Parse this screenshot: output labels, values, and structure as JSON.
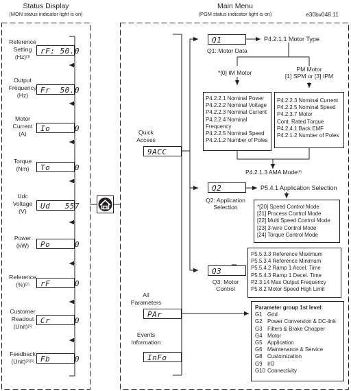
{
  "header": {
    "left_title": "Status Display",
    "left_subtitle": "(MON status indicator light is on)",
    "right_title": "Main Menu",
    "right_subtitle": "(PGM status indicator light is on)",
    "figure_id": "e30bv048.11"
  },
  "status_display": [
    {
      "label": "Reference Setting (Hz)",
      "lines": [
        "Reference",
        "Setting",
        "(Hz)"
      ],
      "note": "(1)",
      "display": "rF: 50.0"
    },
    {
      "label": "Output Frequency (Hz)",
      "lines": [
        "Output",
        "Frequency",
        "(Hz)"
      ],
      "note": "",
      "display": "Fr  50.0"
    },
    {
      "label": "Motor Current (A)",
      "lines": [
        "Motor",
        "Current",
        "(A)"
      ],
      "note": "",
      "display": "Io     0"
    },
    {
      "label": "Torque (Nm)",
      "lines": [
        "Torque",
        "(Nm)"
      ],
      "note": "",
      "display": "To     0"
    },
    {
      "label": "Udc Voltage (V)",
      "lines": [
        "Udc",
        "Voltage",
        "(V)"
      ],
      "note": "",
      "display": "Ud   557"
    },
    {
      "label": "Power (kW)",
      "lines": [
        "Power",
        "(kW)"
      ],
      "note": "",
      "display": "Po     0"
    },
    {
      "label": "Reference (%)",
      "lines": [
        "Reference",
        "(%)"
      ],
      "note": "(2)",
      "display": "rF     0"
    },
    {
      "label": "Customer Readout (Unit)",
      "lines": [
        "Customer",
        "Readout",
        "(Unit)"
      ],
      "note": "(3)",
      "display": "Cr     0"
    },
    {
      "label": "Feedback (Unit)",
      "lines": [
        "Feedback",
        "(Unit)"
      ],
      "note": "(2)(3)",
      "display": "Fb     0"
    }
  ],
  "menu": {
    "quick_access": {
      "label_lines": [
        "Quick",
        "Access"
      ],
      "display": "9ACC"
    },
    "all_parameters": {
      "label_lines": [
        "All",
        "Parameters"
      ],
      "display": "PAr"
    },
    "events_information": {
      "label_lines": [
        "Events",
        "Information"
      ],
      "display": "InFo"
    }
  },
  "q1": {
    "display": "Q1",
    "param": "P4.2.1.1 Motor Type",
    "label": "Q1: Motor Data",
    "im_motor": {
      "title": "*[0] IM Motor",
      "items": [
        "P4.2.2.1 Nominal Power",
        "P4.2.2.2 Nominal Voltage",
        "P4.2.2.3 Nominal Current",
        "P4.2.2.4 Nominal Frequency",
        "P4.2.2.5 Nominal Speed",
        "P4.2.1.2 Number of Poles"
      ]
    },
    "pm_motor": {
      "title_lines": [
        "PM Motor",
        "[1] SPM or [3] IPM"
      ],
      "items": [
        "P4.2.2.3 Nominal Current",
        "P4.2.2.5 Nominal Speed",
        "P4.2.3.7 Motor Cont. Rated Torque",
        "P4.2.4.1 Back EMF",
        "P4.2.1.2 Number of Poles"
      ]
    },
    "ama": "P4.2.1.3 AMA Mode",
    "ama_note": "(4)"
  },
  "q2": {
    "display": "Q2",
    "param": "P5.4.1 Application Selection",
    "label_lines": [
      "Q2:  Application",
      "Selection"
    ],
    "options": [
      "*[20] Speed Control Mode",
      "[21] Process Control Mode",
      "[22] Multi Speed Control Mode",
      "[23] 3-wire Control Mode",
      "[24] Torque Control Mode"
    ]
  },
  "q3": {
    "display": "Q3",
    "label_lines": [
      "Q3:  Motor",
      "Control"
    ],
    "params": [
      "P5.5.3.3 Reference Maximum",
      "P5.5.3.4 Reference Minimum",
      "P5.5.4.2 Ramp 1 Accel. Time",
      "P5.5.4.3 Ramp 1 Decel. Time",
      "P2.3.14 Max Output Frequency",
      "P5.8.2 Motor Speed High Limit"
    ]
  },
  "parameter_groups": {
    "title": "Parameter group 1st level:",
    "groups": [
      {
        "code": "G1",
        "name": "Grid"
      },
      {
        "code": "G2",
        "name": "Power Conversion & DC-link"
      },
      {
        "code": "G3",
        "name": "Filters & Brake Chopper"
      },
      {
        "code": "G4",
        "name": "Motor"
      },
      {
        "code": "G5",
        "name": "Application"
      },
      {
        "code": "G6",
        "name": "Maintenance & Service"
      },
      {
        "code": "G8",
        "name": "Customization"
      },
      {
        "code": "G9",
        "name": "I/O"
      },
      {
        "code": "G10",
        "name": "Connectivity"
      }
    ]
  },
  "colors": {
    "line": "#231f20",
    "background": "#ffffff"
  },
  "icons": {
    "home": "home-icon"
  }
}
